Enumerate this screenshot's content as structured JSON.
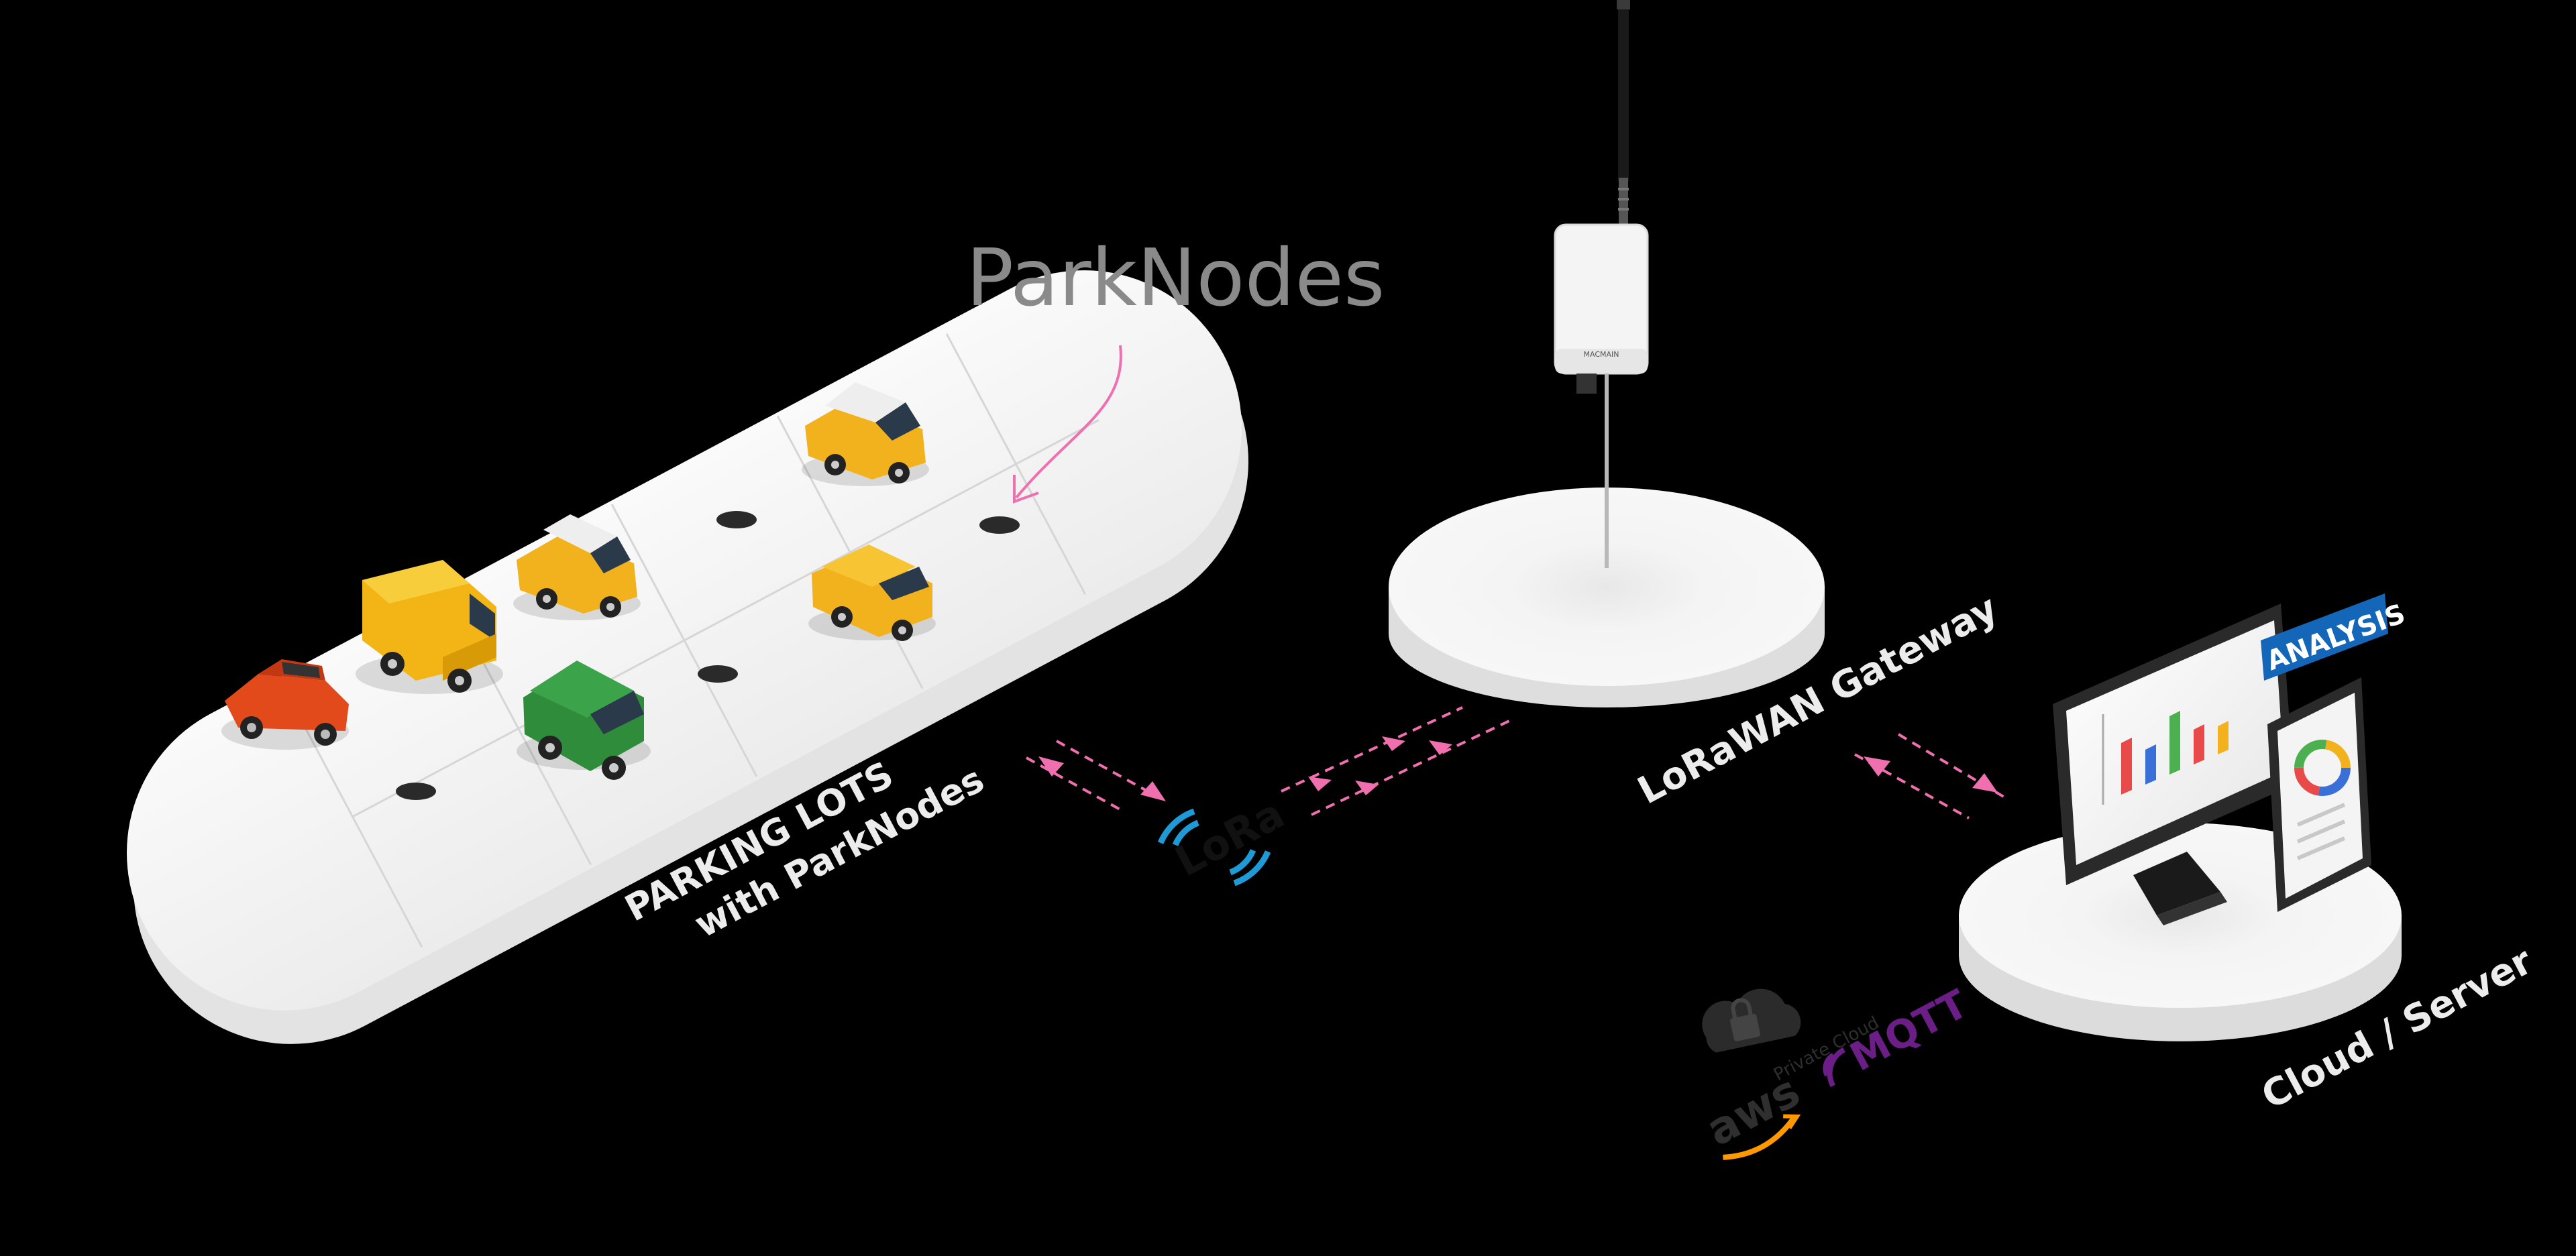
{
  "annotations": {
    "parknodes_callout": "ParkNodes"
  },
  "labels": {
    "parking_lots_line1": "PARKING LOTS",
    "parking_lots_line2": "with ParkNodes",
    "gateway": "LoRaWAN Gateway",
    "cloud": "Cloud / Server"
  },
  "logos": {
    "lora": "LoRa",
    "device_brand": "MACMAIN",
    "analysis": "ANALYSIS",
    "private_cloud": "Private Cloud",
    "mqtt": "MQTT",
    "aws": "aws"
  },
  "colors": {
    "background": "#000000",
    "platform": "#f2f2f2",
    "platform_shadow": "#d9d9d9",
    "arrow_pink": "#f06fae",
    "lora_blue": "#1e9ad6",
    "analysis_blue": "#1466b8",
    "mqtt_purple": "#6b1f86",
    "aws_orange": "#ff9900"
  },
  "icons": [
    "car-icon",
    "van-icon",
    "suv-icon",
    "parknode-sensor-icon",
    "antenna-icon",
    "monitor-icon",
    "tablet-icon",
    "lock-cloud-icon"
  ]
}
